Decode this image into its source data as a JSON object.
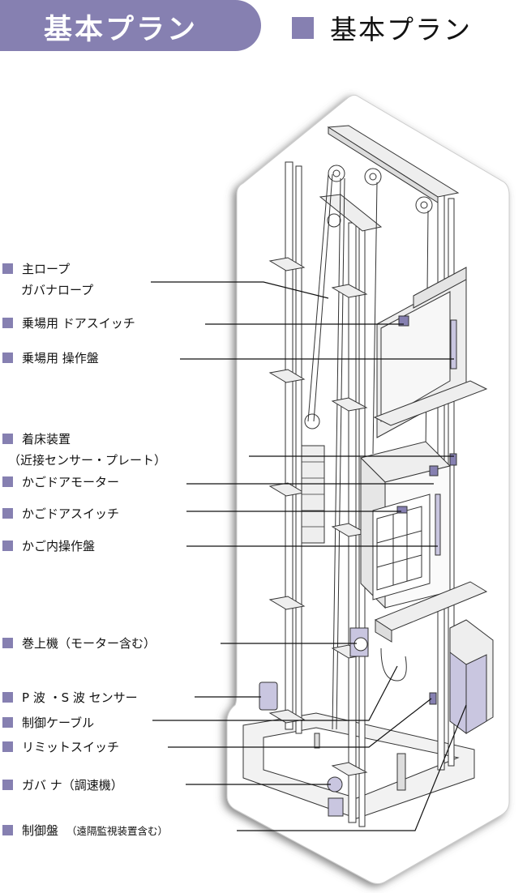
{
  "header": {
    "badge": "基本プラン",
    "title": "基本プラン"
  },
  "colors": {
    "accent": "#8680b1",
    "part": "#c9c6e0"
  },
  "labels": [
    {
      "text": "主ロープ",
      "sub": "ガバナロープ"
    },
    {
      "text": "乗場用 ドアスイッチ"
    },
    {
      "text": "乗場用 操作盤"
    },
    {
      "text": "着床装置",
      "sub": "（近接センサー・プレート）"
    },
    {
      "text": "かごドアモーター"
    },
    {
      "text": "かごドアスイッチ"
    },
    {
      "text": "かご内操作盤"
    },
    {
      "text": "巻上機（モーター含む）"
    },
    {
      "text": "P 波 ・S 波 センサー"
    },
    {
      "text": "制御ケーブル"
    },
    {
      "text": "リミットスイッチ"
    },
    {
      "text": "ガバ ナ（調速機）"
    },
    {
      "text": "制御盤",
      "note": "（遠隔監視装置含む）"
    }
  ]
}
